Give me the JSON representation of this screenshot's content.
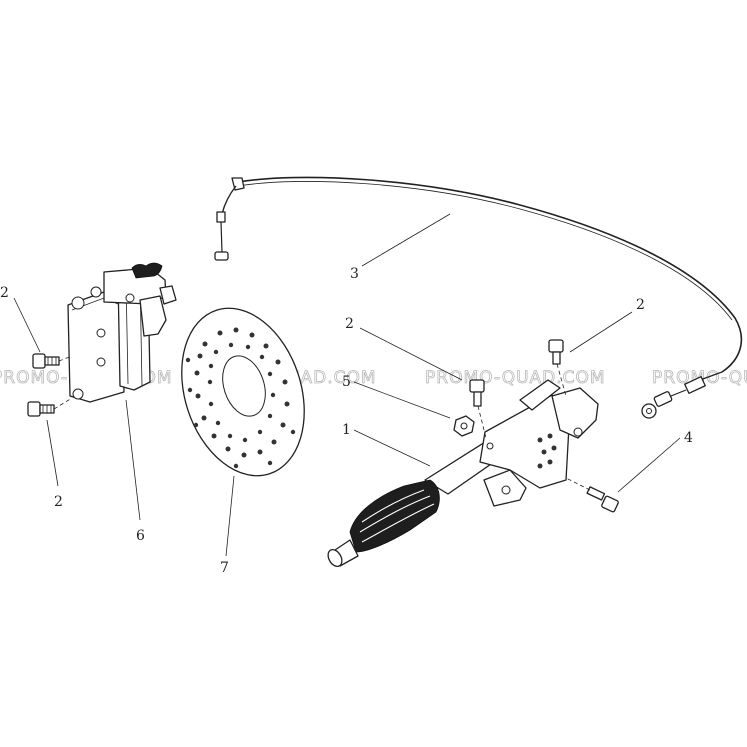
{
  "watermark": {
    "text": "PROMO-QUAD.COM",
    "color": "#b8b8b8",
    "instances": 4
  },
  "callouts": [
    {
      "id": "callout-2-caliper-top",
      "label": "2"
    },
    {
      "id": "callout-2-caliper-bottom",
      "label": "2"
    },
    {
      "id": "callout-6",
      "label": "6"
    },
    {
      "id": "callout-7",
      "label": "7"
    },
    {
      "id": "callout-3",
      "label": "3"
    },
    {
      "id": "callout-2-lever-left",
      "label": "2"
    },
    {
      "id": "callout-2-lever-right",
      "label": "2"
    },
    {
      "id": "callout-5",
      "label": "5"
    },
    {
      "id": "callout-1",
      "label": "1"
    },
    {
      "id": "callout-4",
      "label": "4"
    }
  ],
  "parts": [
    {
      "ref": "1",
      "icon": "hand-brake-lever-icon"
    },
    {
      "ref": "2",
      "icon": "bolt-icon"
    },
    {
      "ref": "3",
      "icon": "brake-cable-icon"
    },
    {
      "ref": "4",
      "icon": "bolt-icon"
    },
    {
      "ref": "5",
      "icon": "nut-icon"
    },
    {
      "ref": "6",
      "icon": "brake-caliper-icon"
    },
    {
      "ref": "7",
      "icon": "brake-disc-icon"
    }
  ]
}
